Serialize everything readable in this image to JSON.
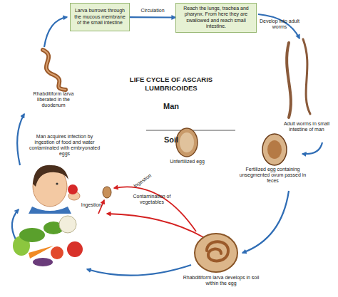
{
  "diagram": {
    "title": "LIFE CYCLE OF ASCARIS LUMBRICOIDES",
    "nodes": [
      {
        "text": [
          "Larva burrows through the mucous membrane of the small intestine"
        ]
      },
      {
        "text": [
          "Reach the lungs, trachea and pharynx. From here they are swallowed and reach small intestine."
        ]
      }
    ],
    "edges": [
      {
        "from": 0,
        "to": 1,
        "arrow": "to",
        "label": "Circulation"
      }
    ],
    "labels": [
      "Man",
      "Soil",
      "Develop into adult worms",
      "Adult worms in small intestine of man",
      "Fertilized egg containing unsegmented ovum passed in feces",
      "Unfertilized egg",
      "Rhabditiform larva develops in soil within the egg",
      "Contamination of vegetables",
      "Ingestion",
      "Ingestion",
      "Man acquires infection by ingestion of food and water contaminated with embryonated eggs",
      "Rhabditiform larva liberated in the duodenum"
    ]
  }
}
